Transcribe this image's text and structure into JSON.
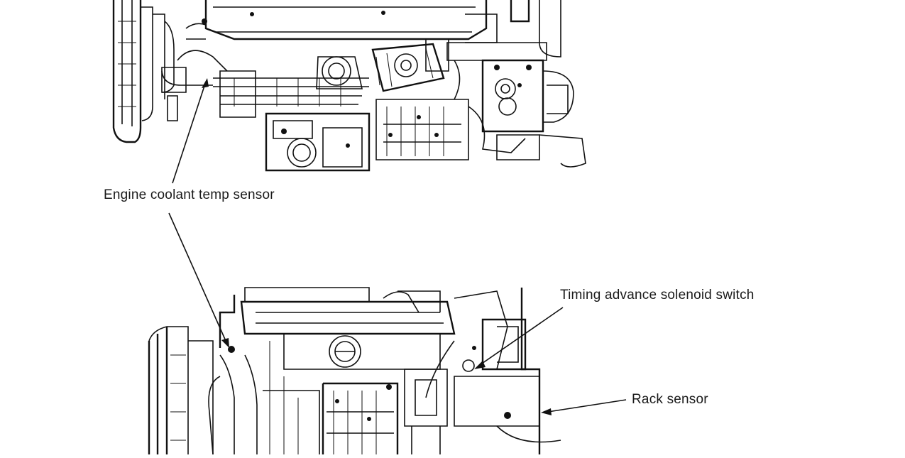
{
  "diagram": {
    "labels": {
      "coolant": "Engine coolant temp sensor",
      "timing": "Timing advance solenoid switch",
      "rack": "Rack sensor"
    },
    "line_color": "#111111",
    "background": "#ffffff"
  }
}
